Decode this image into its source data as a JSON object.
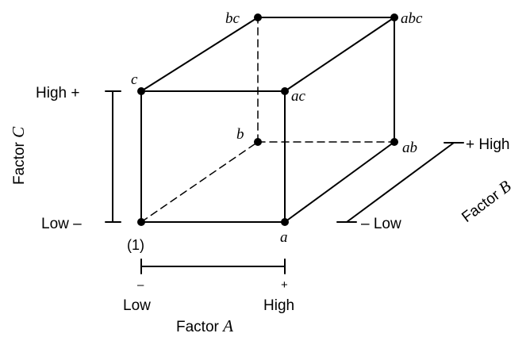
{
  "vertices": {
    "v1": "(1)",
    "a": "a",
    "b": "b",
    "ab": "ab",
    "c": "c",
    "ac": "ac",
    "bc": "bc",
    "abc": "abc"
  },
  "factor_a": {
    "name": "Factor ",
    "var": "A",
    "low_sign": "–",
    "high_sign": "+",
    "low": "Low",
    "high": "High"
  },
  "factor_b": {
    "name": "Factor ",
    "var": "B",
    "low": "– Low",
    "high": "+ High"
  },
  "factor_c": {
    "name": "Factor ",
    "var": "C",
    "low": "Low –",
    "high": "High +"
  }
}
